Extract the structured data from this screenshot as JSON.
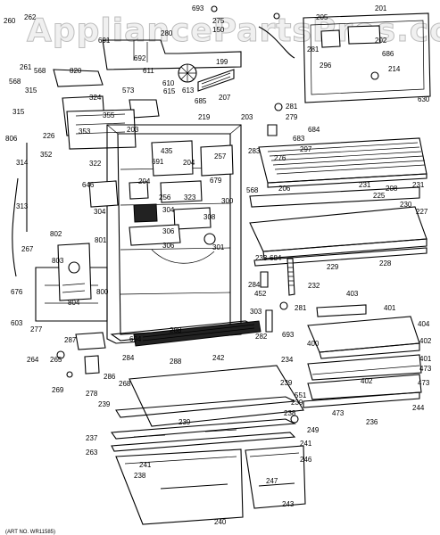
{
  "watermark": "AppliancePartsPros.com",
  "caption": "(ART NO. WR11585)",
  "labels": {
    "l260": "260",
    "l261": "261",
    "l262": "262",
    "l263": "263",
    "l264": "264",
    "l265": "265",
    "l267": "267",
    "l268": "268",
    "l269": "269",
    "l277": "277",
    "l278": "278",
    "l279": "279",
    "l280": "280",
    "l281": "281",
    "l282": "282",
    "l283": "283",
    "l284": "284",
    "l286": "286",
    "l287": "287",
    "l288": "288",
    "l296": "296",
    "l297": "297",
    "l300": "300",
    "l301": "301",
    "l303": "303",
    "l304": "304",
    "l306": "306",
    "l308": "308",
    "l313": "313",
    "l314": "314",
    "l315": "315",
    "l322": "322",
    "l323": "323",
    "l324": "324",
    "l352": "352",
    "l353": "353",
    "l355": "355",
    "l400": "400",
    "l401": "401",
    "l402": "402",
    "l403": "403",
    "l404": "404",
    "l435": "435",
    "l452": "452",
    "l473": "473",
    "l551": "551",
    "l568": "568",
    "l573": "573",
    "l603": "603",
    "l610": "610",
    "l611": "611",
    "l613": "613",
    "l615": "615",
    "l630": "630",
    "l646": "646",
    "l650": "650",
    "l676": "676",
    "l679": "679",
    "l683": "683",
    "l684": "684",
    "l685": "685",
    "l686": "686",
    "l691": "691",
    "l692": "692",
    "l693": "693",
    "l694": "694",
    "l800": "800",
    "l801": "801",
    "l802": "802",
    "l803": "803",
    "l804": "804",
    "l806": "806",
    "l820": "820",
    "l150": "150",
    "l199": "199",
    "l201": "201",
    "l202": "202",
    "l203": "203",
    "l204": "204",
    "l205": "205",
    "l206": "206",
    "l207": "207",
    "l208": "208",
    "l214": "214",
    "l219": "219",
    "l225": "225",
    "l226": "226",
    "l227": "227",
    "l228": "228",
    "l229": "229",
    "l230": "230",
    "l231": "231",
    "l232": "232",
    "l233": "233",
    "l234": "234",
    "l236": "236",
    "l237": "237",
    "l238": "238",
    "l239": "239",
    "l240": "240",
    "l241": "241",
    "l242": "242",
    "l243": "243",
    "l244": "244",
    "l246": "246",
    "l247": "247",
    "l249": "249",
    "l256": "256",
    "l257": "257",
    "l275": "275",
    "l276": "276"
  }
}
